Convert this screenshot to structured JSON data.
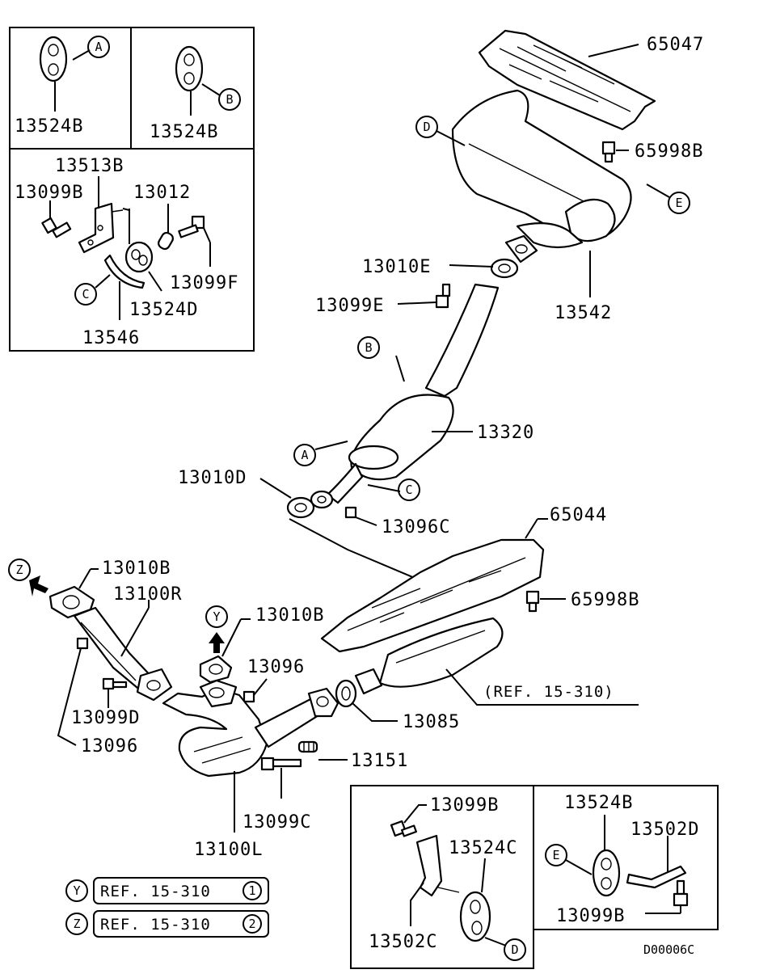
{
  "diagram_code": "D00006C",
  "callout_letters": {
    "A": "A",
    "B": "B",
    "C": "C",
    "D": "D",
    "E": "E",
    "Y": "Y",
    "Z": "Z",
    "one": "1",
    "two": "2"
  },
  "parts": {
    "p65047": "65047",
    "p65998B": "65998B",
    "p13542": "13542",
    "p13010E": "13010E",
    "p13099E": "13099E",
    "p13320": "13320",
    "p13010D": "13010D",
    "p13096C": "13096C",
    "p65044": "65044",
    "p13010B": "13010B",
    "p13100R": "13100R",
    "p13096": "13096",
    "p13099D": "13099D",
    "p13085": "13085",
    "p13151": "13151",
    "p13099C": "13099C",
    "p13100L": "13100L",
    "p13524B": "13524B",
    "p13513B": "13513B",
    "p13099B": "13099B",
    "p13012": "13012",
    "p13099F": "13099F",
    "p13524D": "13524D",
    "p13546": "13546",
    "p13524C": "13524C",
    "p13502C": "13502C",
    "p13502D": "13502D"
  },
  "references": {
    "ref_15_310_paren": "(REF. 15-310)",
    "ref_15_310": "REF. 15-310"
  }
}
